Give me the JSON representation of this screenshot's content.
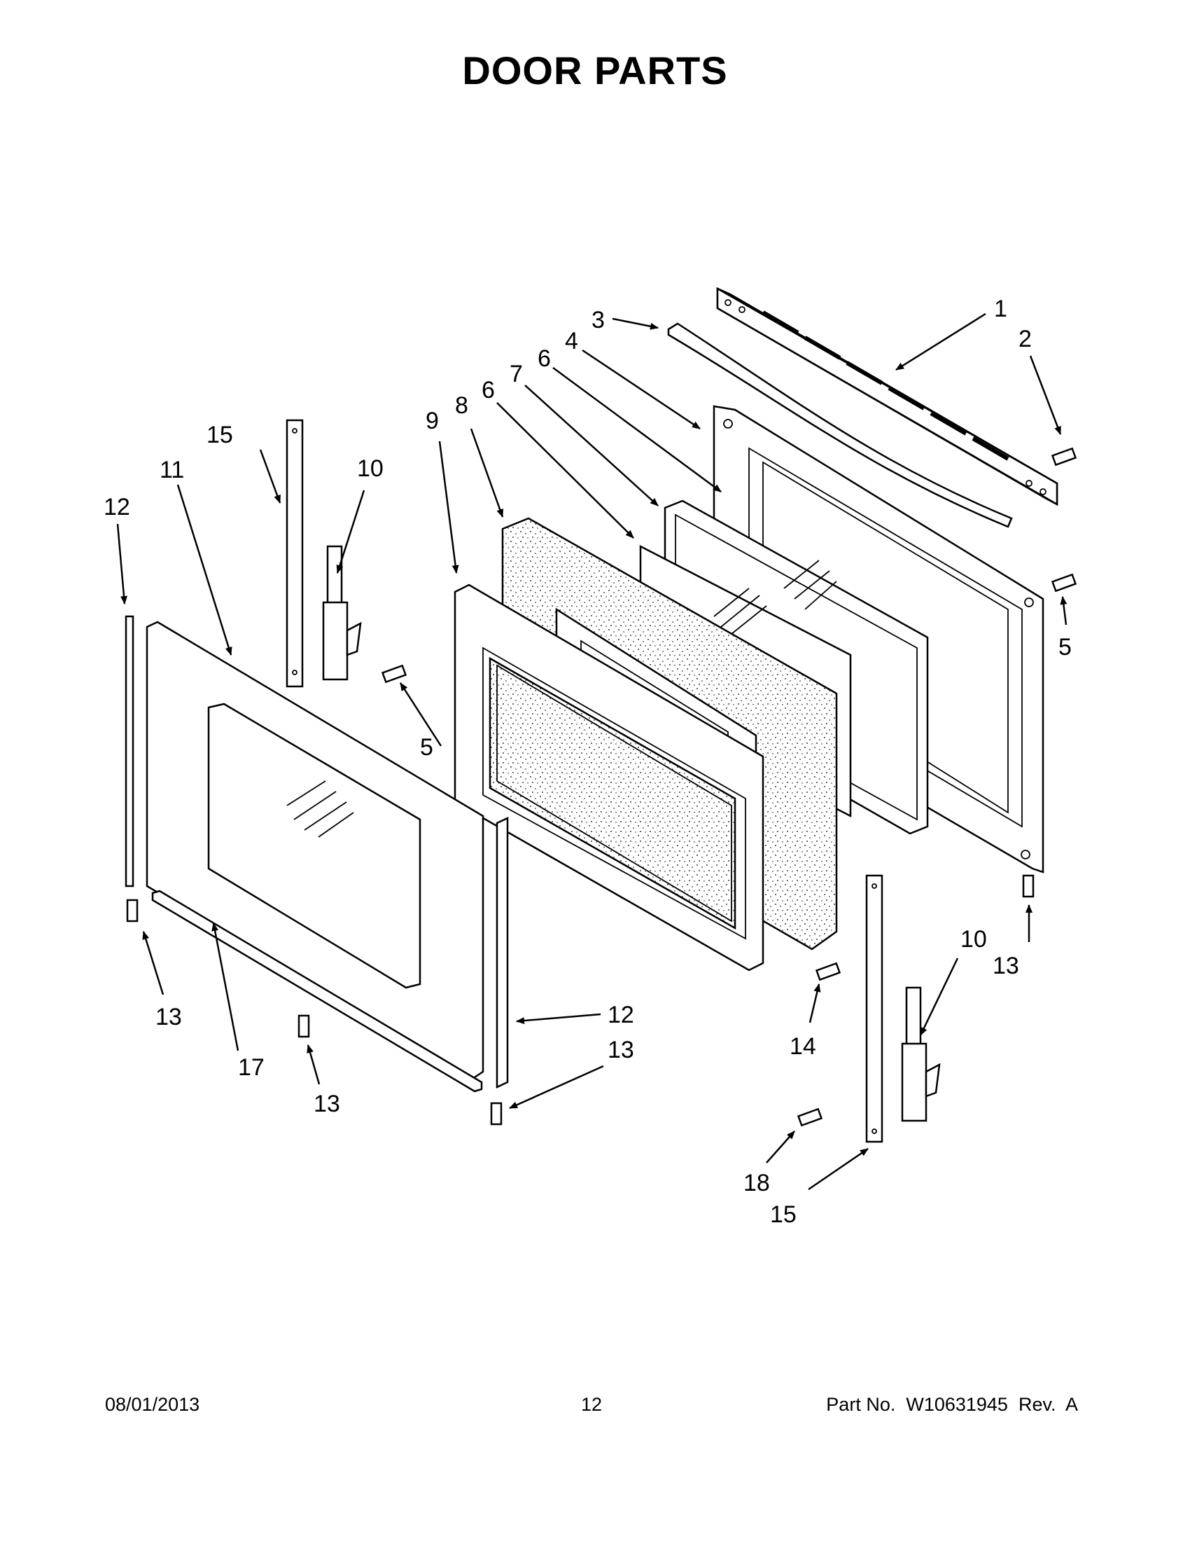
{
  "title": "DOOR PARTS",
  "footer": {
    "date": "08/01/2013",
    "page": "12",
    "part_no": "Part No.  W10631945  Rev.  A"
  },
  "callouts": {
    "c1": "1",
    "c2": "2",
    "c3": "3",
    "c4": "4",
    "c5a": "5",
    "c5b": "5",
    "c6a": "6",
    "c6b": "6",
    "c7": "7",
    "c8": "8",
    "c9": "9",
    "c10a": "10",
    "c10b": "10",
    "c11": "11",
    "c12a": "12",
    "c12b": "12",
    "c13a": "13",
    "c13b": "13",
    "c13c": "13",
    "c13d": "13",
    "c14": "14",
    "c15a": "15",
    "c15b": "15",
    "c17": "17",
    "c18": "18"
  }
}
